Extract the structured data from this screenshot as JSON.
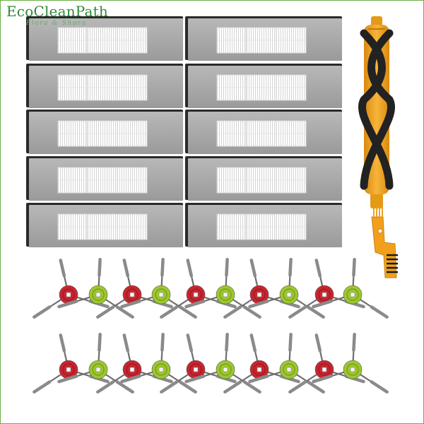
{
  "logo": {
    "brand": "EcoCleanPath",
    "tagline": "Flora & Shora"
  },
  "product": {
    "hepa_filters": 10,
    "main_roller_brushes": 1,
    "cleaning_tools": 1,
    "side_brush_colors": [
      "red",
      "green",
      "red",
      "green",
      "red",
      "green",
      "red",
      "green",
      "red",
      "green"
    ],
    "side_brush_rows": 2
  },
  "colors": {
    "filter_frame": "#a9a9a9",
    "filter_backing": "#2a2a2a",
    "filter_mesh": "#ffffff",
    "roller_core": "#f2a01c",
    "roller_bristles": "#222222",
    "brush_hub_red": "#c8252f",
    "brush_hub_green": "#9cc82c",
    "brush_bristles": "#8a8a8a",
    "tool_body": "#f2a01c",
    "logo_green": "#2e8b37"
  }
}
